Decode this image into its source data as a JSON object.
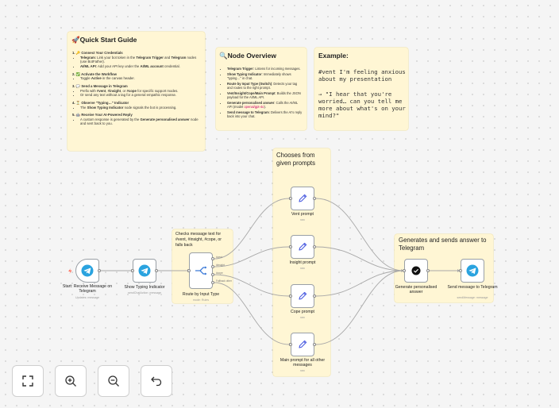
{
  "quick_start": {
    "title": "🚀Quick Start Guide",
    "steps": [
      {
        "title": "1. 🔑 Connect Your Credentials",
        "bullets_html": [
          "<b>Telegram</b>: Link your bot token in the <b>Telegram Trigger</b> and <b>Telegram</b> nodes (use BotFather).",
          "<b>AI/ML API</b>: Add your API key under the <b>AI/ML account</b> credential."
        ]
      },
      {
        "title": "2. ✅ Activate the Workflow",
        "bullets_html": [
          "Toggle <b>Active</b> in the canvas header."
        ]
      },
      {
        "title": "3. 💬 Send a Message in Telegram",
        "bullets_html": [
          "Prefix with <b>#vent</b>, <b>#insight</b>, or <b>#cope</b> for specific support modes.",
          "Or send any text without a tag for a general empathic response."
        ]
      },
      {
        "title": "4. ⏳ Observe \"Typing…\" Indicator",
        "bullets_html": [
          "The <b>Show Typing Indicator</b> node signals the bot is processing."
        ]
      },
      {
        "title": "5. 🤖 Receive Your AI-Powered Reply",
        "bullets_html": [
          "A custom response is generated by the <b>Generate personalised answer</b> node and sent back to you."
        ]
      }
    ]
  },
  "node_overview": {
    "title": "🔍Node Overview",
    "items_html": [
      "<b>Telegram Trigger</b>: Listens for incoming messages.",
      "<b>Show Typing Indicator</b>: Immediately shows \"typing…\" in chat.",
      "<b>Route by Input Type (Switch)</b>: Detects your tag and routes to the right prompt.",
      "<b>Vent/Insight/Cope/Main Prompt</b>: Builds the JSON payload for the AI/ML API.",
      "<b>Generate personalised answer</b>: Calls the AI/ML API (model <span style=\"color:#c06\">openai/gpt-4o</span>).",
      "<b>Send message to Telegram</b>: Delivers the AI's reply back into your chat."
    ]
  },
  "example": {
    "title": "Example:",
    "text": "#vent I'm feeling anxious about my presentation\n\n→ \"I hear that you're worried… can you tell me more about what's on your mind?\""
  },
  "groups": {
    "route_note": "Checks message text for #vent, #insight, #cope, or falls back",
    "prompts_note": "Chooses from given prompts",
    "generate_note": "Generates and sends answer to Telegram"
  },
  "nodes": {
    "trigger": {
      "label": "Start: Receive Message on Telegram",
      "sub": "Updates: message"
    },
    "typing": {
      "label": "Show Typing Indicator",
      "sub": "sendChatAction: message"
    },
    "route": {
      "label": "Route by Input Type",
      "sub": "mode: Rules"
    },
    "vent": {
      "label": "Vent prompt",
      "sub": "raw"
    },
    "insight": {
      "label": "Insight prompt",
      "sub": "raw"
    },
    "cope": {
      "label": "Cope prompt",
      "sub": "raw"
    },
    "main": {
      "label": "Main prompt for all other messages",
      "sub": "raw"
    },
    "generate": {
      "label": "Generate personalised answer",
      "sub": ""
    },
    "send": {
      "label": "Send message to Telegram",
      "sub": "sendMessage: message"
    }
  },
  "switch_outputs": [
    "#vent",
    "#insight",
    "#cope",
    "Fallback other"
  ],
  "controls": {
    "fit": "fit-view",
    "zoom_in": "zoom-in",
    "zoom_out": "zoom-out",
    "undo": "undo"
  },
  "colors": {
    "note_bg": "#fff6d4",
    "telegram": "#2aa3df",
    "pencil": "#4a5be0",
    "edge": "#a8a8a8"
  }
}
